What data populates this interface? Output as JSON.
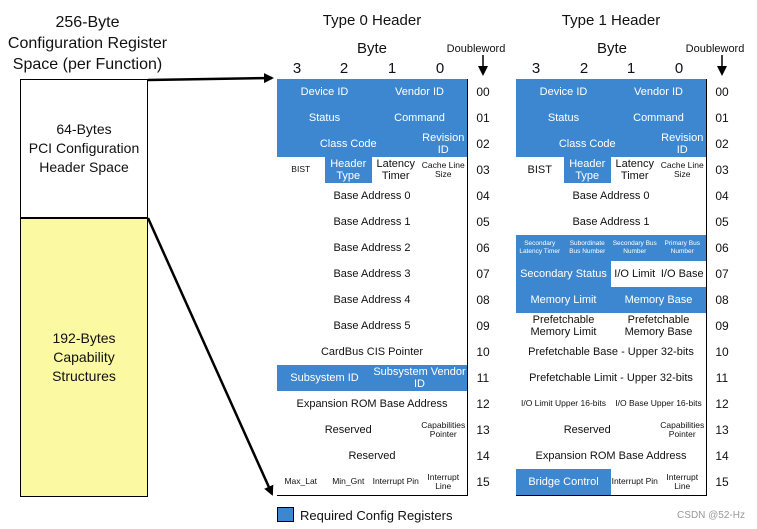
{
  "left_title": [
    "256-Byte",
    "Configuration Register",
    "Space (per Function)"
  ],
  "left_top_box": [
    "64-Bytes",
    "PCI Configuration",
    "Header Space"
  ],
  "left_bottom_box": [
    "192-Bytes",
    "Capability",
    "Structures"
  ],
  "type0": {
    "title": "Type 0 Header",
    "byte_label": "Byte",
    "byte_numbers": [
      "3",
      "2",
      "1",
      "0"
    ],
    "dw_label": "Doubleword",
    "rows": [
      {
        "dw": "00",
        "cells": [
          {
            "text": "Device ID",
            "span": 2,
            "req": true
          },
          {
            "text": "Vendor ID",
            "span": 2,
            "req": true
          }
        ]
      },
      {
        "dw": "01",
        "cells": [
          {
            "text": "Status",
            "span": 2,
            "req": true
          },
          {
            "text": "Command",
            "span": 2,
            "req": true
          }
        ]
      },
      {
        "dw": "02",
        "cells": [
          {
            "text": "Class Code",
            "span": 3,
            "req": true
          },
          {
            "text": "Revision ID",
            "span": 1,
            "req": true
          }
        ]
      },
      {
        "dw": "03",
        "cells": [
          {
            "text": "BIST",
            "span": 1,
            "req": false,
            "size": "sm"
          },
          {
            "text": "Header Type",
            "span": 1,
            "req": true
          },
          {
            "text": "Latency Timer",
            "span": 1,
            "req": false
          },
          {
            "text": "Cache Line Size",
            "span": 1,
            "req": false,
            "size": "sm"
          }
        ]
      },
      {
        "dw": "04",
        "cells": [
          {
            "text": "Base Address 0",
            "span": 4,
            "req": false
          }
        ]
      },
      {
        "dw": "05",
        "cells": [
          {
            "text": "Base Address 1",
            "span": 4,
            "req": false
          }
        ]
      },
      {
        "dw": "06",
        "cells": [
          {
            "text": "Base Address 2",
            "span": 4,
            "req": false
          }
        ]
      },
      {
        "dw": "07",
        "cells": [
          {
            "text": "Base Address 3",
            "span": 4,
            "req": false
          }
        ]
      },
      {
        "dw": "08",
        "cells": [
          {
            "text": "Base Address 4",
            "span": 4,
            "req": false
          }
        ]
      },
      {
        "dw": "09",
        "cells": [
          {
            "text": "Base Address 5",
            "span": 4,
            "req": false
          }
        ]
      },
      {
        "dw": "10",
        "cells": [
          {
            "text": "CardBus CIS Pointer",
            "span": 4,
            "req": false
          }
        ]
      },
      {
        "dw": "11",
        "cells": [
          {
            "text": "Subsystem ID",
            "span": 2,
            "req": true
          },
          {
            "text": "Subsystem Vendor ID",
            "span": 2,
            "req": true
          }
        ]
      },
      {
        "dw": "12",
        "cells": [
          {
            "text": "Expansion ROM Base Address",
            "span": 4,
            "req": false
          }
        ]
      },
      {
        "dw": "13",
        "cells": [
          {
            "text": "Reserved",
            "span": 3,
            "req": false
          },
          {
            "text": "Capabilities Pointer",
            "span": 1,
            "req": false,
            "size": "sm"
          }
        ]
      },
      {
        "dw": "14",
        "cells": [
          {
            "text": "Reserved",
            "span": 4,
            "req": false
          }
        ]
      },
      {
        "dw": "15",
        "cells": [
          {
            "text": "Max_Lat",
            "span": 1,
            "req": false,
            "size": "sm"
          },
          {
            "text": "Min_Gnt",
            "span": 1,
            "req": false,
            "size": "sm"
          },
          {
            "text": "Interrupt Pin",
            "span": 1,
            "req": false,
            "size": "sm"
          },
          {
            "text": "Interrupt Line",
            "span": 1,
            "req": false,
            "size": "sm"
          }
        ]
      }
    ]
  },
  "type1": {
    "title": "Type 1 Header",
    "byte_label": "Byte",
    "byte_numbers": [
      "3",
      "2",
      "1",
      "0"
    ],
    "dw_label": "Doubleword",
    "rows": [
      {
        "dw": "00",
        "cells": [
          {
            "text": "Device ID",
            "span": 2,
            "req": true
          },
          {
            "text": "Vendor ID",
            "span": 2,
            "req": true
          }
        ]
      },
      {
        "dw": "01",
        "cells": [
          {
            "text": "Status",
            "span": 2,
            "req": true
          },
          {
            "text": "Command",
            "span": 2,
            "req": true
          }
        ]
      },
      {
        "dw": "02",
        "cells": [
          {
            "text": "Class Code",
            "span": 3,
            "req": true
          },
          {
            "text": "Revision ID",
            "span": 1,
            "req": true
          }
        ]
      },
      {
        "dw": "03",
        "cells": [
          {
            "text": "BIST",
            "span": 1,
            "req": false
          },
          {
            "text": "Header Type",
            "span": 1,
            "req": true
          },
          {
            "text": "Latency Timer",
            "span": 1,
            "req": false
          },
          {
            "text": "Cache Line Size",
            "span": 1,
            "req": false,
            "size": "sm"
          }
        ]
      },
      {
        "dw": "04",
        "cells": [
          {
            "text": "Base Address 0",
            "span": 4,
            "req": false
          }
        ]
      },
      {
        "dw": "05",
        "cells": [
          {
            "text": "Base Address 1",
            "span": 4,
            "req": false
          }
        ]
      },
      {
        "dw": "06",
        "cells": [
          {
            "text": "Secondary Latency Timer",
            "span": 1,
            "req": true,
            "size": "xs"
          },
          {
            "text": "Subordinate Bus Number",
            "span": 1,
            "req": true,
            "size": "xs"
          },
          {
            "text": "Secondary Bus Number",
            "span": 1,
            "req": true,
            "size": "xs"
          },
          {
            "text": "Primary Bus Number",
            "span": 1,
            "req": true,
            "size": "xs"
          }
        ]
      },
      {
        "dw": "07",
        "cells": [
          {
            "text": "Secondary Status",
            "span": 2,
            "req": true
          },
          {
            "text": "I/O Limit",
            "span": 1,
            "req": false
          },
          {
            "text": "I/O Base",
            "span": 1,
            "req": false
          }
        ]
      },
      {
        "dw": "08",
        "cells": [
          {
            "text": "Memory Limit",
            "span": 2,
            "req": true
          },
          {
            "text": "Memory Base",
            "span": 2,
            "req": true
          }
        ]
      },
      {
        "dw": "09",
        "cells": [
          {
            "text": "Prefetchable Memory Limit",
            "span": 2,
            "req": false
          },
          {
            "text": "Prefetchable Memory Base",
            "span": 2,
            "req": false
          }
        ]
      },
      {
        "dw": "10",
        "cells": [
          {
            "text": "Prefetchable Base - Upper 32-bits",
            "span": 4,
            "req": false
          }
        ]
      },
      {
        "dw": "11",
        "cells": [
          {
            "text": "Prefetchable Limit - Upper 32-bits",
            "span": 4,
            "req": false
          }
        ]
      },
      {
        "dw": "12",
        "cells": [
          {
            "text": "I/O Limit Upper 16-bits",
            "span": 2,
            "req": false,
            "size": "sm"
          },
          {
            "text": "I/O Base Upper 16-bits",
            "span": 2,
            "req": false,
            "size": "sm"
          }
        ]
      },
      {
        "dw": "13",
        "cells": [
          {
            "text": "Reserved",
            "span": 3,
            "req": false
          },
          {
            "text": "Capabilities Pointer",
            "span": 1,
            "req": false,
            "size": "sm"
          }
        ]
      },
      {
        "dw": "14",
        "cells": [
          {
            "text": "Expansion ROM Base Address",
            "span": 4,
            "req": false
          }
        ]
      },
      {
        "dw": "15",
        "cells": [
          {
            "text": "Bridge Control",
            "span": 2,
            "req": true
          },
          {
            "text": "Interrupt Pin",
            "span": 1,
            "req": false,
            "size": "sm"
          },
          {
            "text": "Interrupt Line",
            "span": 1,
            "req": false,
            "size": "sm"
          }
        ]
      }
    ]
  },
  "legend": {
    "label": "Required Config Registers",
    "color": "#3d87d0"
  },
  "watermark": "CSDN @52-Hz"
}
